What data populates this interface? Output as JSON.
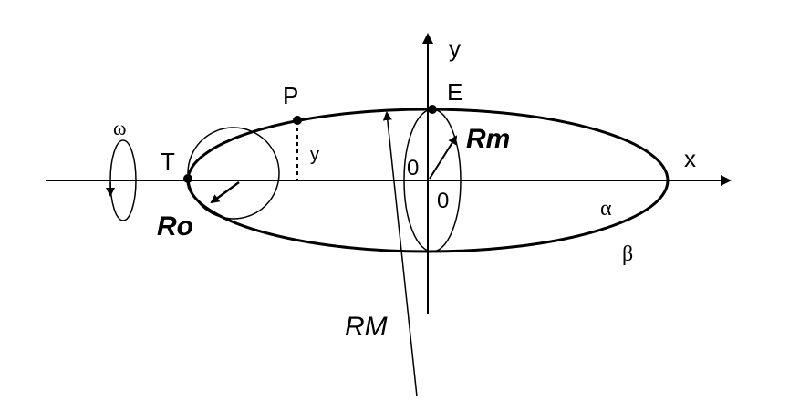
{
  "labels": {
    "y_axis": "y",
    "x_axis": "x",
    "point_P": "P",
    "point_E": "E",
    "point_T": "T",
    "omega": "ω",
    "small_y": "y",
    "origin_upper": "0",
    "origin_lower": "0",
    "R_m": "Rm",
    "R_o": "Ro",
    "R_M": "RM",
    "alpha": "α",
    "beta": "β"
  },
  "icons": {
    "rotation_arrow": "curved-arrow-icon"
  }
}
